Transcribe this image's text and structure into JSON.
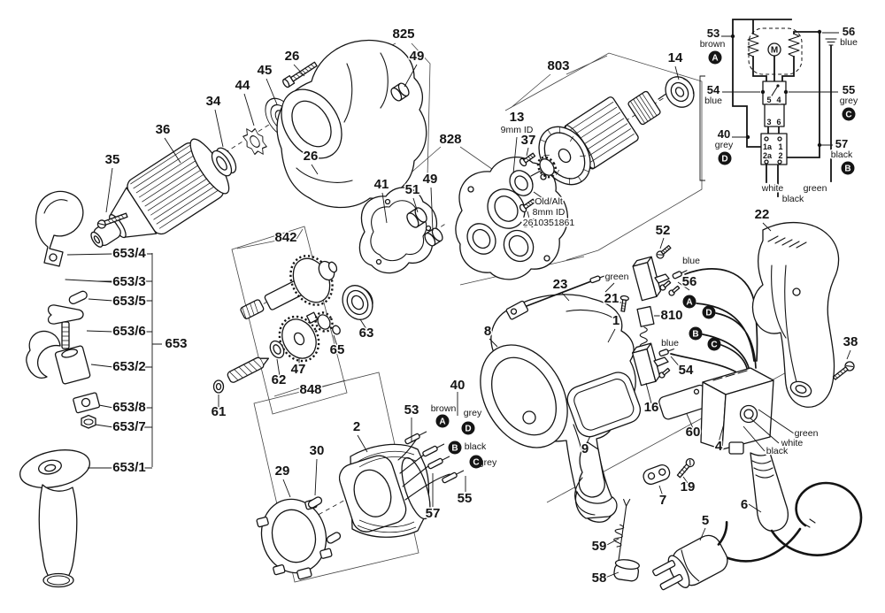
{
  "figure": {
    "kind": "exploded parts diagram",
    "subject": "electric power drill: chuck, gear housing, armature, field coil, motor housing, switch, cord, auxiliary handle, wiring schematic",
    "style": "black line art on white"
  },
  "ink": "#141414",
  "parts": {
    "1": "1",
    "2": "2",
    "4": "4",
    "5": "5",
    "6": "6",
    "7": "7",
    "8": "8",
    "9": "9",
    "13": "13",
    "14": "14",
    "16": "16",
    "19": "19",
    "21": "21",
    "22": "22",
    "23": "23",
    "26": "26",
    "29": "29",
    "30": "30",
    "34": "34",
    "35": "35",
    "36": "36",
    "37": "37",
    "38": "38",
    "40": "40",
    "41": "41",
    "44": "44",
    "45": "45",
    "47": "47",
    "49": "49",
    "51": "51",
    "52": "52",
    "53": "53",
    "54": "54",
    "55": "55",
    "56": "56",
    "57": "57",
    "58": "58",
    "59": "59",
    "60": "60",
    "61": "61",
    "62": "62",
    "63": "63",
    "65": "65",
    "803": "803",
    "810": "810",
    "825": "825",
    "828": "828",
    "842": "842",
    "848": "848"
  },
  "aux_handle": {
    "group": "653",
    "part1": "653/1",
    "part2": "653/2",
    "part3": "653/3",
    "part4": "653/4",
    "part5": "653/5",
    "part6": "653/6",
    "part7": "653/7",
    "part8": "653/8"
  },
  "wire_colors": {
    "brown": "brown",
    "blue": "blue",
    "grey": "grey",
    "black": "black",
    "white": "white",
    "green": "green"
  },
  "wire_terminals": {
    "A": "A",
    "B": "B",
    "C": "C",
    "D": "D"
  },
  "notes": {
    "bearing_id": "9mm ID",
    "old_alt_line1": "Old/Alt",
    "old_alt_line2": "8mm ID",
    "old_alt_line3": "2610351861"
  },
  "schematic": {
    "motor_symbol": "M",
    "switch_terminals": {
      "t5": "5",
      "t4": "4",
      "t3": "3",
      "t6": "6"
    },
    "connector_terminals": {
      "t1a": "1a",
      "t1": "1",
      "t2a": "2a",
      "t2": "2"
    }
  }
}
